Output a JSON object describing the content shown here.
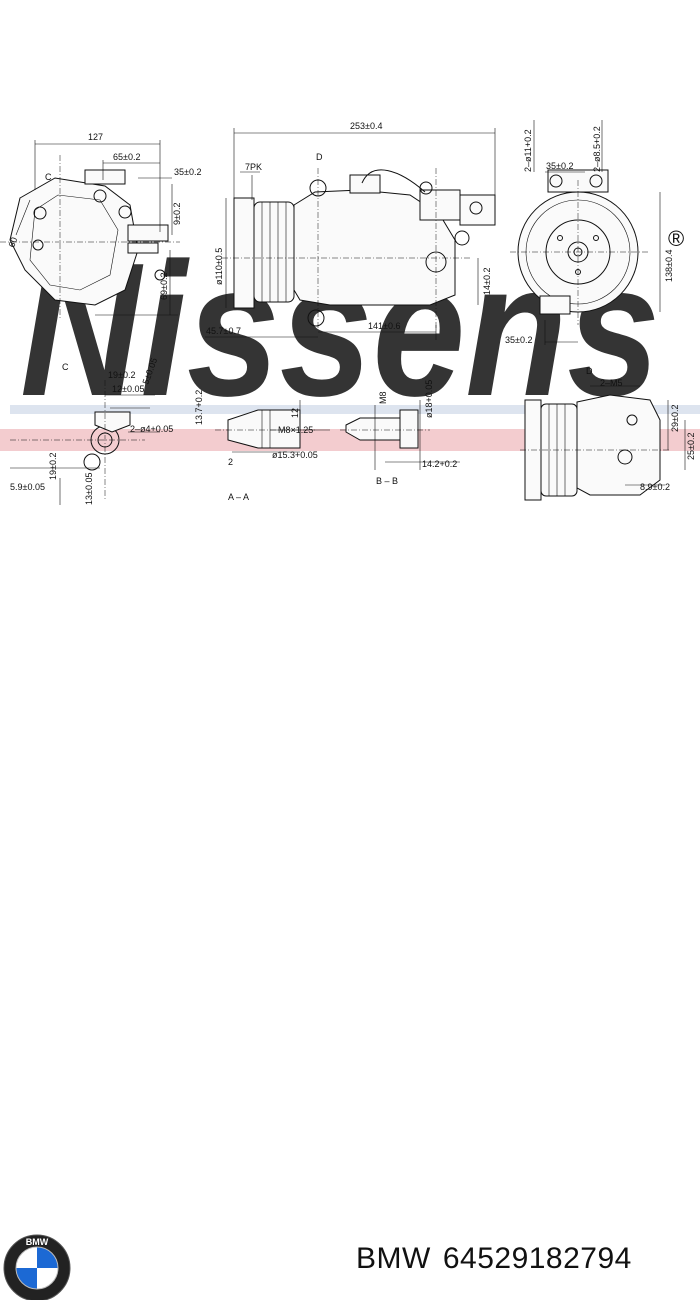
{
  "watermark": {
    "brand": "Nissens",
    "registered": "®",
    "stripe_color": "#e9a3a8",
    "text_color": "#cfd8e8"
  },
  "views": {
    "c_top": "C",
    "d_top": "D",
    "c_detail": "C",
    "section_aa": "A – A",
    "section_bb": "B – B",
    "d_detail": "D"
  },
  "dims": {
    "d127": "127",
    "d65": "65±0.2",
    "d35a": "35±0.2",
    "d9": "9±0.2",
    "d60": "60",
    "d69": "69±0.2",
    "d253": "253±0.4",
    "d7pk": "7PK",
    "d110": "ø110±0.5",
    "d14": "14±0.2",
    "d457": "45.7±0.7",
    "d141": "141±0.6",
    "d2_11": "2–ø11+0.2",
    "d2_85": "2–ø8.5+0.2",
    "d35b": "35±0.2",
    "d138": "138±0.4",
    "d35c": "35±0.2",
    "d19a": "19±0.2",
    "d12": "12±0.05",
    "d5": "5±0.05",
    "d2_4": "2–ø4+0.05",
    "d13_7": "13.7+0.2",
    "d19b": "19±0.2",
    "d5_9": "5.9±0.05",
    "d13b": "13±0.05",
    "d2": "2",
    "d12b": "12",
    "dm8x125": "M8×1.25",
    "d15_3": "ø15.3+0.05",
    "dm8": "M8",
    "d18": "ø18+0.05",
    "d14_2": "14.2+0.2",
    "d2m5": "2–M5",
    "d29": "29±0.2",
    "d25": "25±0.2",
    "d8_9": "8.9±0.2"
  },
  "footer": {
    "brand": "BMW",
    "part_number": "64529182794"
  },
  "logo": {
    "icon": "bmw-roundel-icon",
    "letters": "BMW",
    "blue": "#1c69d4"
  }
}
